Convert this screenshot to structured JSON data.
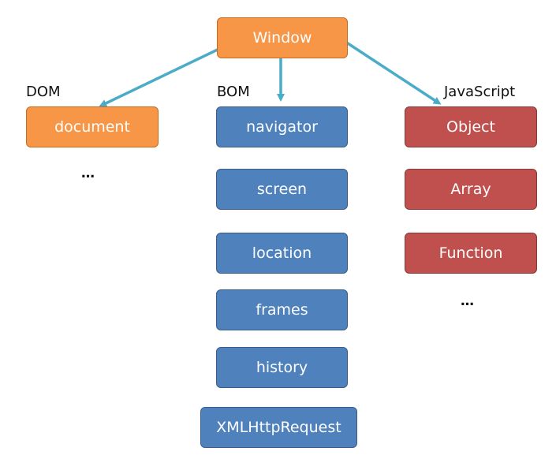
{
  "diagram": {
    "root": {
      "label": "Window"
    },
    "groups": {
      "dom": {
        "heading": "DOM",
        "items": [
          "document"
        ],
        "more": "…"
      },
      "bom": {
        "heading": "BOM",
        "items": [
          "navigator",
          "screen",
          "location",
          "frames",
          "history",
          "XMLHttpRequest"
        ]
      },
      "javascript": {
        "heading": "JavaScript",
        "items": [
          "Object",
          "Array",
          "Function"
        ],
        "more": "…"
      }
    },
    "edges": [
      {
        "from": "Window",
        "to": "document"
      },
      {
        "from": "Window",
        "to": "navigator"
      },
      {
        "from": "Window",
        "to": "Object"
      }
    ],
    "colors": {
      "window": "#f79646",
      "dom": "#f79646",
      "bom": "#4f81bd",
      "javascript": "#c0504d",
      "arrow": "#4aacc6"
    }
  }
}
